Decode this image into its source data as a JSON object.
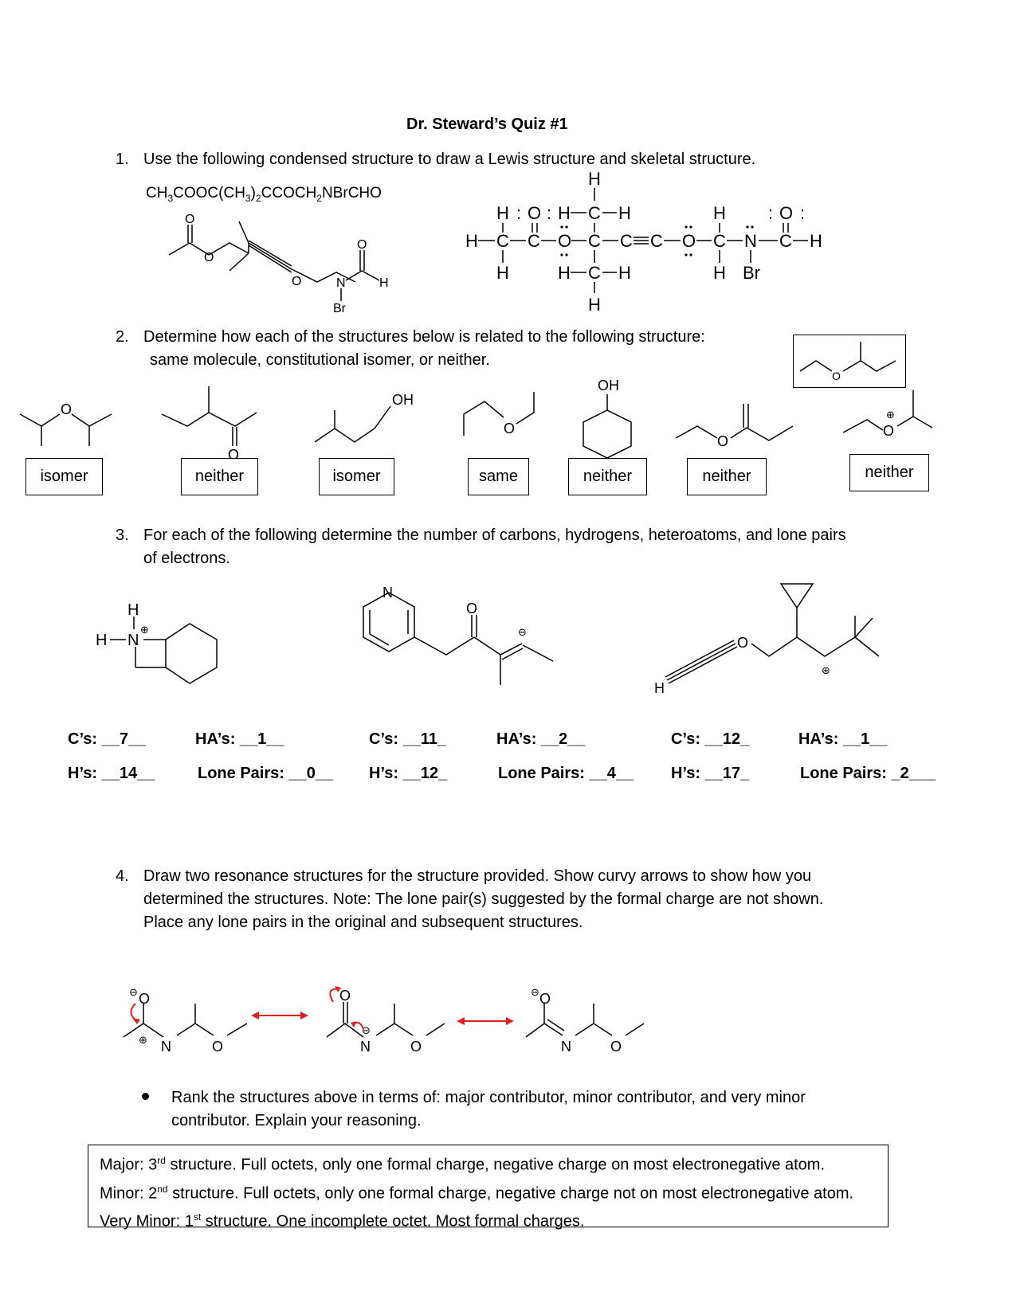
{
  "title": "Dr. Steward’s Quiz #1",
  "q1": {
    "number": "1.",
    "text": "Use the following condensed structure to draw a Lewis structure and skeletal structure.",
    "condensed_parts": [
      "CH",
      "3",
      "COOC(CH",
      "3",
      ")",
      "2",
      "CCOCH",
      "2",
      "NBrCHO"
    ]
  },
  "q2": {
    "number": "2.",
    "line1": "Determine how each of the structures below is related to the following structure:",
    "line2": "same molecule, constitutional isomer, or neither.",
    "answers": [
      "isomer",
      "neither",
      "isomer",
      "same",
      "neither",
      "neither",
      "neither"
    ]
  },
  "q3": {
    "number": "3.",
    "line1": "For each of the following determine the number of carbons, hydrogens, heteroatoms, and lone pairs",
    "line2": "of electrons.",
    "molecules": [
      {
        "c": "C’s: __7__",
        "h": "H’s: __14__",
        "ha": "HA’s: __1__",
        "lp": "Lone Pairs: __0__"
      },
      {
        "c": "C’s: __11_",
        "h": "H’s: __12_",
        "ha": "HA’s: __2__",
        "lp": "Lone Pairs: __4__"
      },
      {
        "c": "C’s: __12_",
        "h": "H’s: __17_",
        "ha": "HA’s: __1__",
        "lp": "Lone Pairs: _2___"
      }
    ]
  },
  "q4": {
    "number": "4.",
    "line1": "Draw two resonance structures for the structure provided.  Show curvy arrows to show how you",
    "line2": "determined the structures.  Note:  The lone pair(s) suggested by the formal charge are not shown.",
    "line3": "Place any lone pairs in the original and subsequent structures.",
    "bullet_line1": "Rank the structures above in terms of: major contributor, minor contributor, and very minor",
    "bullet_line2": "contributor.  Explain your reasoning."
  },
  "final_answer": {
    "major_a": "Major:  3",
    "major_sup": "rd",
    "major_b": " structure.  Full octets, only one formal charge, negative charge on most electronegative atom.",
    "minor_a": "Minor:  2",
    "minor_sup": "nd",
    "minor_b": " structure.  Full octets, only one formal charge, negative charge not on most electronegative atom.",
    "vminor_a": "Very Minor:  1",
    "vminor_sup": "st",
    "vminor_b": " structure.  One incomplete octet.  Most formal charges."
  },
  "colors": {
    "arrow": "#e02020",
    "ink": "#000000"
  }
}
